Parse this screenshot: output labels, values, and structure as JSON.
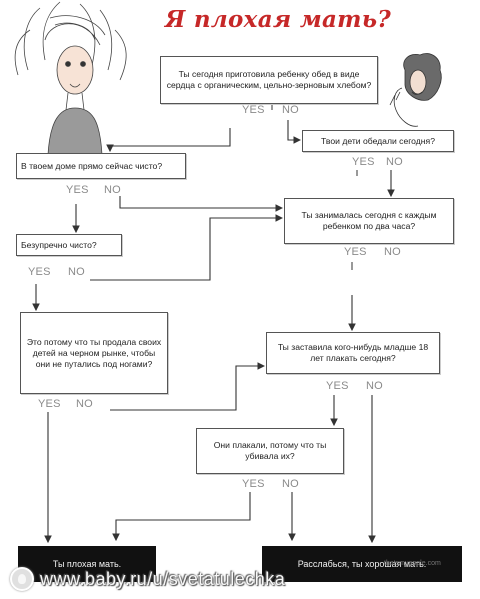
{
  "title": "Я плохая мать?",
  "questions": {
    "q1": "Ты сегодня приготовила ребенку обед в виде сердца с органическим, цельно-зерновым хлебом?",
    "q2": "Твои дети обедали сегодня?",
    "q3": "В твоем доме прямо сейчас чисто?",
    "q4": "Ты занималась сегодня с каждым ребенком по два часа?",
    "q5": "Безупречно чисто?",
    "q6": "Это потому что ты продала своих детей на черном рынке, чтобы они не путались под ногами?",
    "q7": "Ты заставила кого-нибудь младше 18 лет плакать сегодня?",
    "q8": "Они плакали, потому что ты убивала их?"
  },
  "answers": {
    "yes": "YES",
    "no": "NO"
  },
  "results": {
    "bad": "Ты плохая мать.",
    "good": "Расслабься, ты хорошая мать."
  },
  "credit": "thatsmyapple.com",
  "watermark": "www.baby.ru/u/svetatulechka",
  "colors": {
    "title": "#c62828",
    "answers": "#8a8a8a",
    "result_bg": "#111111"
  }
}
